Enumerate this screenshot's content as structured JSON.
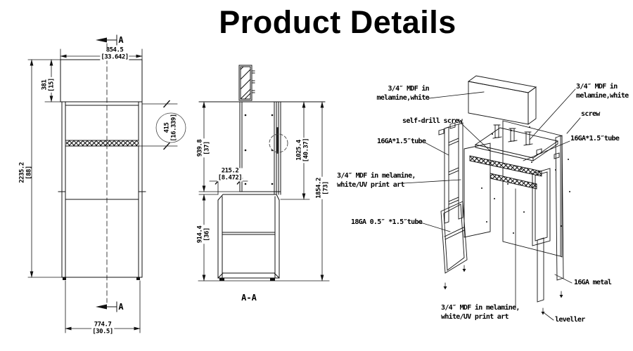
{
  "title": "Product Details",
  "colors": {
    "line": "#111111",
    "background": "#ffffff"
  },
  "front_view": {
    "section_marker_top": "A",
    "section_marker_bottom": "A",
    "dims": {
      "width_top": {
        "mm": "854.5",
        "inch": "[33.642]"
      },
      "header_height": {
        "mm": "381",
        "inch": "[15]"
      },
      "opening_height": {
        "mm": "415",
        "inch": "[16.339]"
      },
      "total_height": {
        "mm": "2235.2",
        "inch": "[88]"
      },
      "width_bottom": {
        "mm": "774.7",
        "inch": "[30.5]"
      }
    }
  },
  "section_view": {
    "view_label": "A-A",
    "dims": {
      "upper_height": {
        "mm": "939.8",
        "inch": "[37]"
      },
      "top_depth": {
        "mm": "215.2",
        "inch": "[8.472]"
      },
      "inner_height": {
        "mm": "1025.4",
        "inch": "[40.37]"
      },
      "overall_height": {
        "mm": "1854.2",
        "inch": "[73]"
      },
      "base_height": {
        "mm": "914.4",
        "inch": "[36]"
      }
    }
  },
  "exploded_view": {
    "labels": {
      "mdf_top": {
        "line1": "3/4″ MDF in",
        "line2": "melamine,white"
      },
      "mdf_back": {
        "line1": "3/4″ MDF in",
        "line2": "melamine,white"
      },
      "self_drill_screw": "self-drill screw",
      "screw": "screw",
      "tube_left": "16GA*1.5″tube",
      "tube_right": "16GA*1.5″tube",
      "mdf_uv_side": {
        "line1": "3/4″ MDF in melamine,",
        "line2": "white/UV print art"
      },
      "tube_18ga": "18GA 0.5″ *1.5″tube",
      "metal_16ga": "16GA metal",
      "mdf_uv_back": {
        "line1": "3/4″ MDF in melamine,",
        "line2": "white/UV print art"
      },
      "leveller": "leveller"
    }
  }
}
